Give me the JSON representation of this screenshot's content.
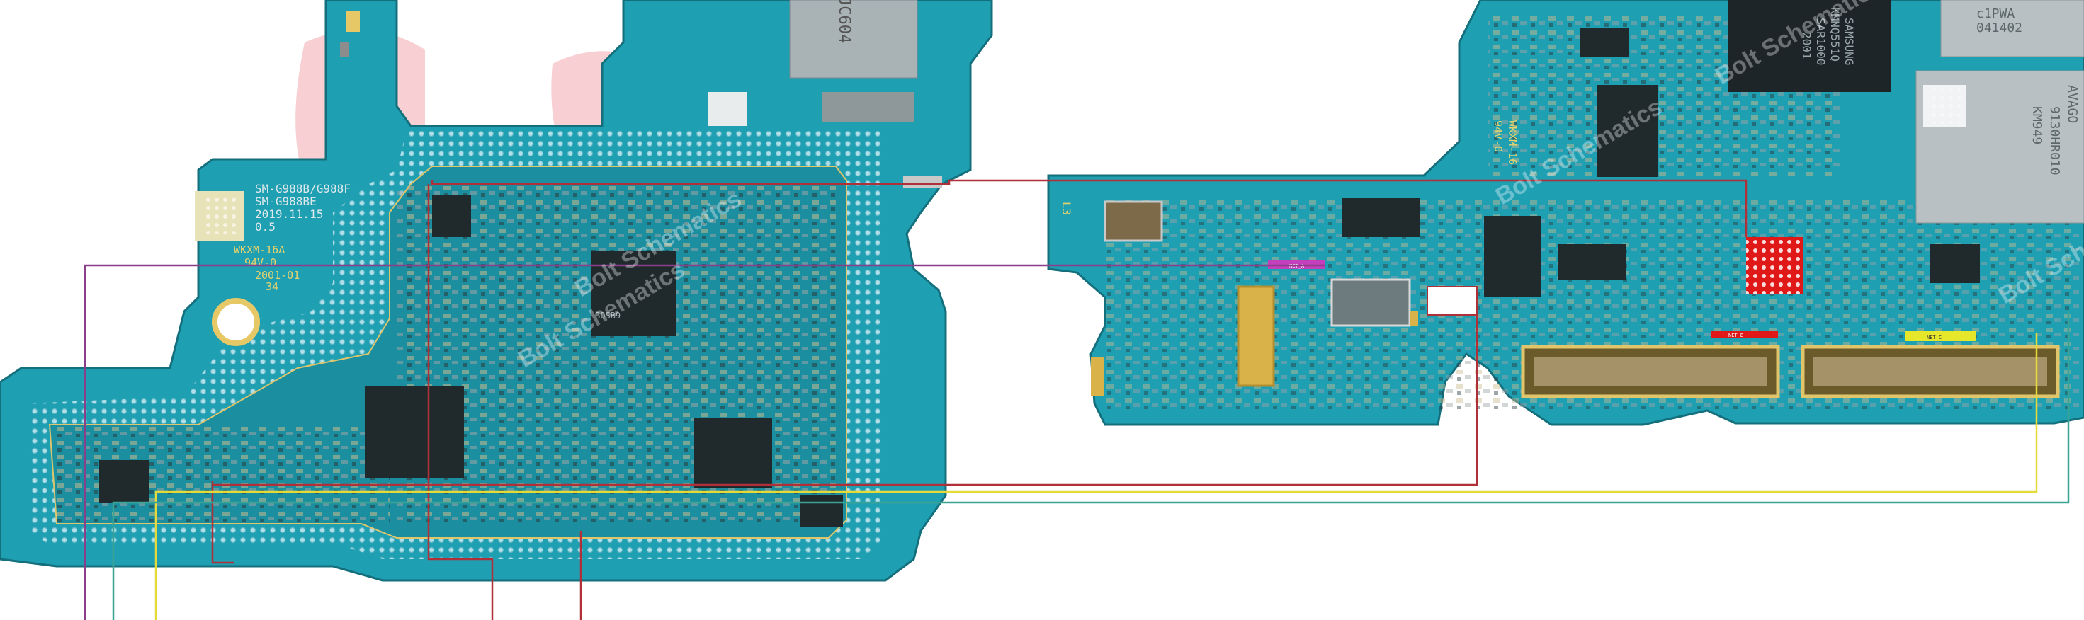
{
  "watermark": {
    "text": "Bolt Schematics"
  },
  "left_board": {
    "model_text": [
      "SM-G988B/G988F",
      "SM-G988BE",
      "2019.11.15",
      "0.5"
    ],
    "material_text": [
      "WKXM-16A",
      "94V-0"
    ],
    "date_code": [
      "2001-01",
      "34"
    ],
    "chip_text": "BQSB9"
  },
  "right_board": {
    "chip_labels": [
      {
        "lines": [
          "SAMSUNG",
          "KMNQ551Q",
          "SAR1000",
          "2001"
        ]
      },
      {
        "lines": [
          "c1PWA",
          "041402"
        ]
      },
      {
        "lines": [
          "AVAGO",
          "9130HR010",
          "KM949"
        ]
      }
    ],
    "board_code": "L3",
    "side_text": [
      "WKXM-16",
      "94V-0"
    ],
    "connector_tags": [
      "NET_A",
      "NET_B",
      "NET_C"
    ]
  },
  "colors": {
    "board": "#1f9fb2",
    "board_dark": "#17808f",
    "via_ring": "#7fc9d6",
    "shield_can": "#aab4b8",
    "trace_red": "#b0303a",
    "trace_purple": "#8a3f8a",
    "trace_yellow": "#e6d93a",
    "trace_teal": "#3aa393",
    "highlight_red": "#e01818"
  }
}
